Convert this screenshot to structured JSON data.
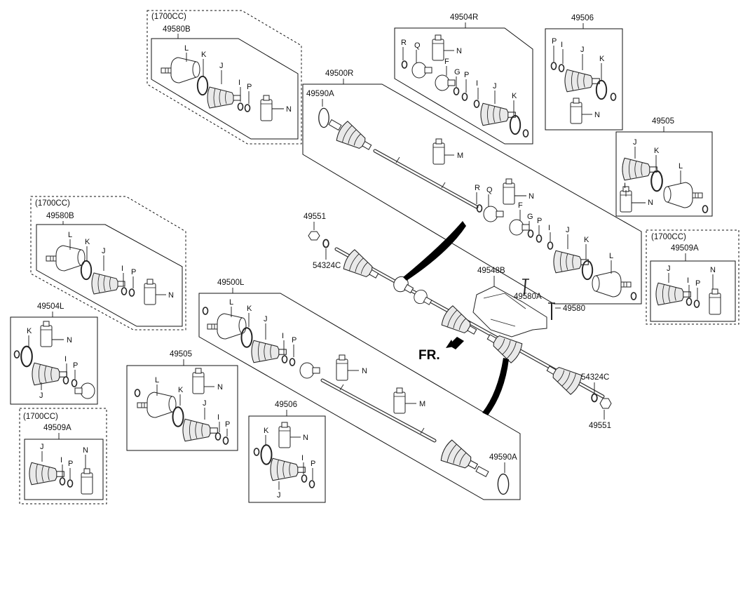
{
  "diagram": {
    "fr_label": "FR.",
    "groups": {
      "g49580B_top": {
        "variant": "(1700CC)",
        "code": "49580B",
        "letters": [
          "L",
          "K",
          "J",
          "I",
          "P",
          "N"
        ]
      },
      "g49504R": {
        "code": "49504R",
        "letters": [
          "R",
          "Q",
          "N",
          "F",
          "G",
          "P",
          "I",
          "J",
          "K"
        ]
      },
      "g49506_top": {
        "code": "49506",
        "letters": [
          "P",
          "I",
          "J",
          "K",
          "N"
        ]
      },
      "g49505_right": {
        "code": "49505",
        "letters": [
          "J",
          "K",
          "L",
          "I",
          "N"
        ]
      },
      "g49500R": {
        "code": "49500R",
        "ring_code": "49590A",
        "letters": [
          "M",
          "R",
          "Q",
          "N",
          "F",
          "G",
          "P",
          "I",
          "J",
          "K",
          "L"
        ]
      },
      "g49509A_right": {
        "variant": "(1700CC)",
        "code": "49509A",
        "letters": [
          "J",
          "I",
          "P",
          "N"
        ]
      },
      "g49580B_left": {
        "variant": "(1700CC)",
        "code": "49580B",
        "letters": [
          "L",
          "K",
          "J",
          "I",
          "P",
          "N"
        ]
      },
      "g49504L": {
        "code": "49504L",
        "letters": [
          "K",
          "N",
          "I",
          "P",
          "J"
        ]
      },
      "g49509A_left": {
        "variant": "(1700CC)",
        "code": "49509A",
        "letters": [
          "J",
          "I",
          "P",
          "N"
        ]
      },
      "g49500L": {
        "code": "49500L",
        "ring_code": "49590A",
        "letters": [
          "L",
          "K",
          "J",
          "I",
          "P",
          "N",
          "M"
        ]
      },
      "g49505_left": {
        "code": "49505",
        "letters": [
          "L",
          "K",
          "N",
          "J",
          "I",
          "P"
        ]
      },
      "g49506_bottom": {
        "code": "49506",
        "letters": [
          "K",
          "N",
          "I",
          "P",
          "J"
        ]
      }
    },
    "callouts": {
      "nut_top": "49551",
      "washer_top": "54324C",
      "bracket": "49548B",
      "bolt_a": "49580A",
      "bolt_b": "49580",
      "washer_bottom": "54324C",
      "nut_bottom": "49551"
    }
  }
}
